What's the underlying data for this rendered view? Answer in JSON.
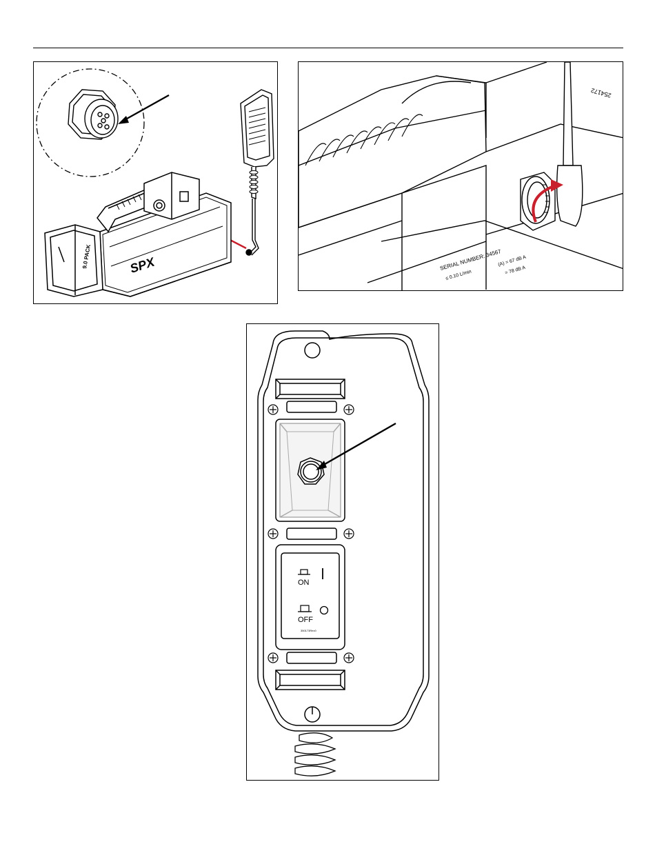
{
  "figure_a": {
    "brand": "SPX",
    "battery_label": "9.0 PACK"
  },
  "figure_b": {
    "serial_label": "SERIAL NUMBER: 34567",
    "spec_line_1": "≤ 0.10 L/min",
    "spec_line_2": "(A) = 67 dB A",
    "spec_line_3": "= 78 dB A",
    "part_number": "254172"
  },
  "figure_c": {
    "on_label": "ON",
    "off_label": "OFF",
    "part_code": "350173Rev0"
  },
  "colors": {
    "line": "#000000",
    "arrow_accent": "#c8202c",
    "panel_bg": "#ffffff"
  }
}
